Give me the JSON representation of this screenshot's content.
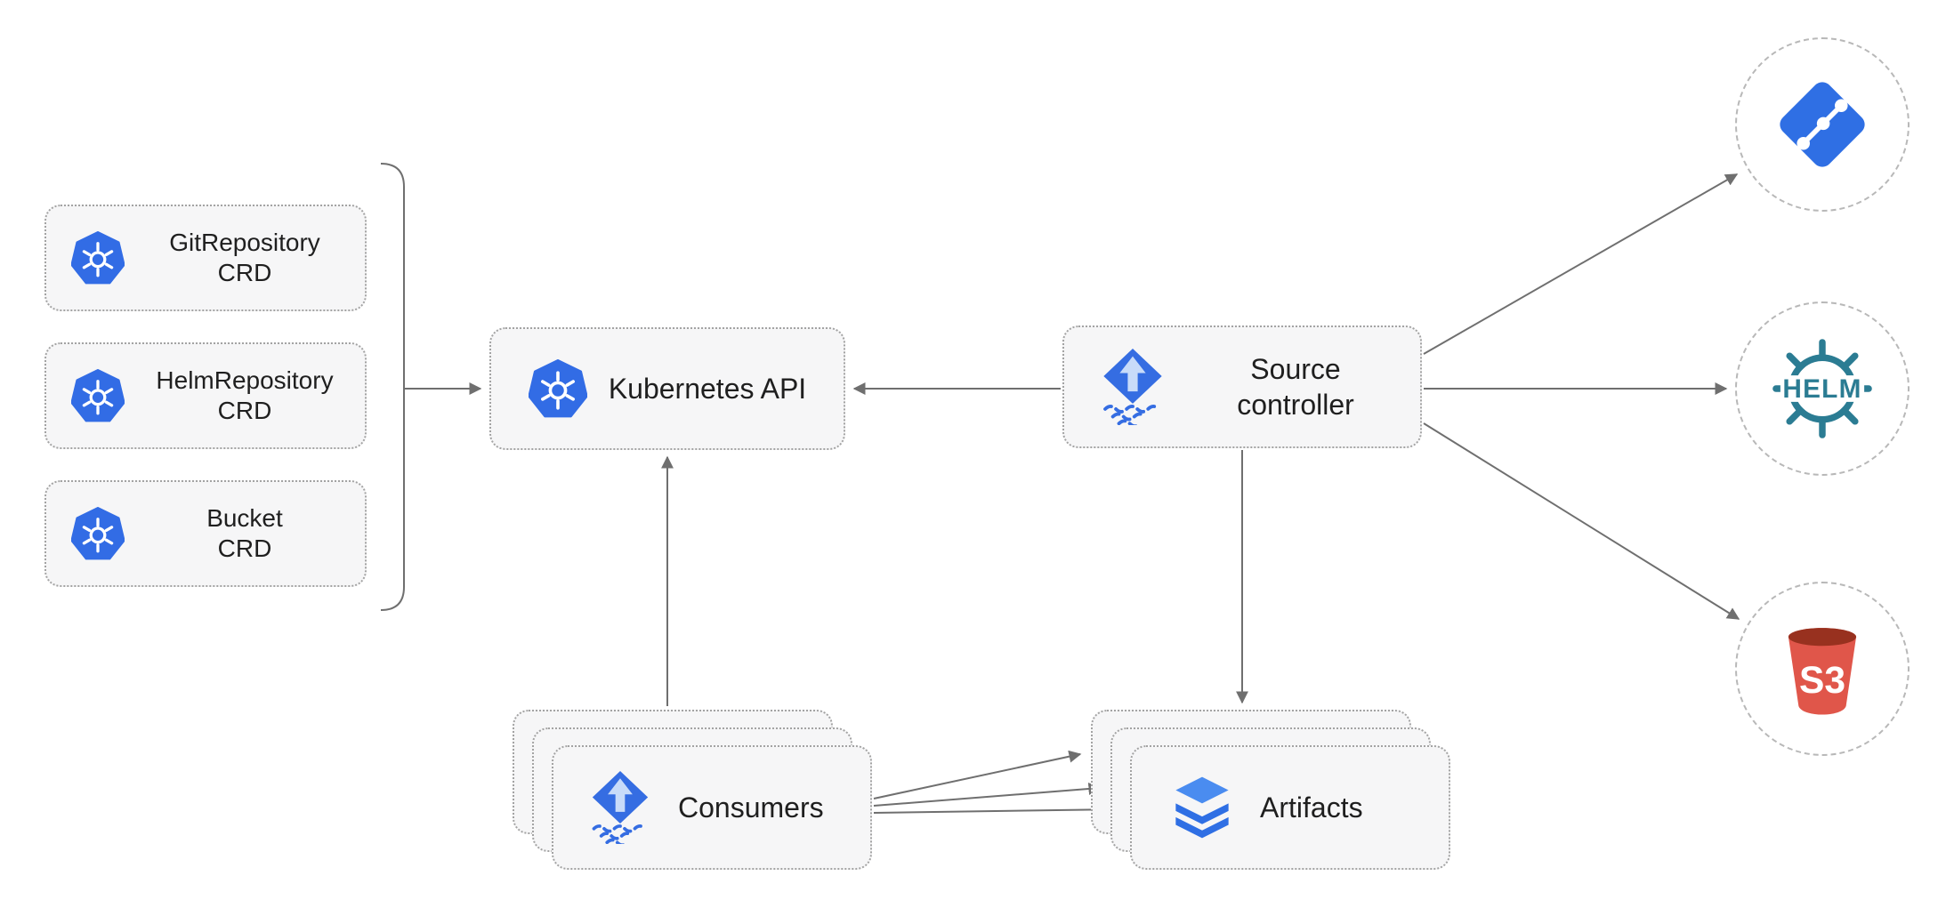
{
  "colors": {
    "node_bg": "#f6f6f7",
    "node_border": "#a3a3a3",
    "arrow": "#6f6f6f",
    "kubernetes_blue": "#326CE5",
    "flux_blue": "#356de2",
    "git_blue": "#2f6fe4",
    "helm_teal": "#2b7c93",
    "s3_red": "#e0564a",
    "layers_blue": "#2f6fe4",
    "text": "#1f1f1f"
  },
  "crd_boxes": [
    {
      "icon": "kubernetes-icon",
      "name": "GitRepository",
      "type": "CRD"
    },
    {
      "icon": "kubernetes-icon",
      "name": "HelmRepository",
      "type": "CRD"
    },
    {
      "icon": "kubernetes-icon",
      "name": "Bucket",
      "type": "CRD"
    }
  ],
  "kubernetes_api": {
    "icon": "kubernetes-icon",
    "label": "Kubernetes API"
  },
  "source_controller": {
    "icon": "flux-icon",
    "line1": "Source",
    "line2": "controller"
  },
  "consumers": {
    "icon": "flux-icon",
    "label": "Consumers"
  },
  "artifacts": {
    "icon": "layers-icon",
    "label": "Artifacts"
  },
  "externals": {
    "git": {
      "icon": "git-icon"
    },
    "helm": {
      "icon": "helm-icon",
      "label": "HELM"
    },
    "s3": {
      "icon": "s3-icon",
      "label": "S3"
    }
  }
}
